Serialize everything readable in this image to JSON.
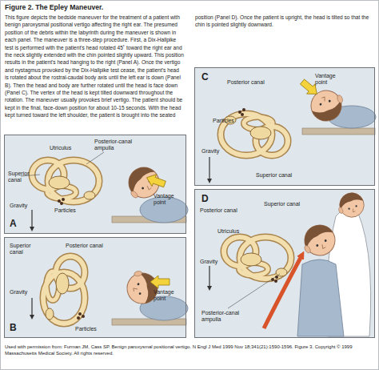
{
  "diagram": {
    "title": "Figure 2. The Epley Maneuver.",
    "caption": "This figure depicts the bedside maneuver for the treatment of a patient with benign paroxysmal positional vertigo affecting the right ear. The presumed position of the debris within the labyrinth during the maneuver is shown in each panel. The maneuver is a three-step procedure. First, a Dix-Hallpike test is performed with the patient's head rotated 45˚ toward the right ear and the neck slightly extended with the chin pointed slightly upward. This position results in the patient's head hanging to the right (Panel A). Once the vertigo and nystagmus provoked by the Dix-Hallpike test cease, the patient's head is rotated about the rostral-caudal body axis until the left ear is down (Panel B). Then the head and body are further rotated until the head is face down (Panel C). The vertex of the head is kept tilted downward throughout the rotation. The maneuver usually provokes brief vertigo. The patient should be kept in the final, face-down position for about 10-15 seconds. With the head kept turned toward the left shoulder, the patient is brought into the seated position (Panel D). Once the patient is upright, the head is tilted so that the chin is pointed slightly downward.",
    "nodes": [
      {
        "text": [
          "A",
          "Superior canal",
          "Utriculus",
          "Posterior-canal ampulla",
          "Particles",
          "Gravity",
          "Vantage point"
        ]
      },
      {
        "text": [
          "Superior canal",
          "Posterior canal",
          "B",
          "Particles",
          "Gravity",
          "Vantage point"
        ]
      },
      {
        "text": [
          "C",
          "Posterior canal",
          "Particles",
          "Vantage point",
          "Gravity",
          "Superior canal"
        ]
      },
      {
        "text": [
          "D",
          "Posterior canal",
          "Superior canal",
          "Utriculus",
          "Gravity",
          "Posterior-canal ampulla"
        ]
      }
    ],
    "labels": [
      "Used with permission from: Furman JM, Cass SP. Benign paroxysmal positional vertigo. N Engl J Med 1999 Nov 18;341(21):1590-1596. Figure 3. Copyright © 1999 Massachusetts Medical Society. All rights reserved."
    ]
  }
}
